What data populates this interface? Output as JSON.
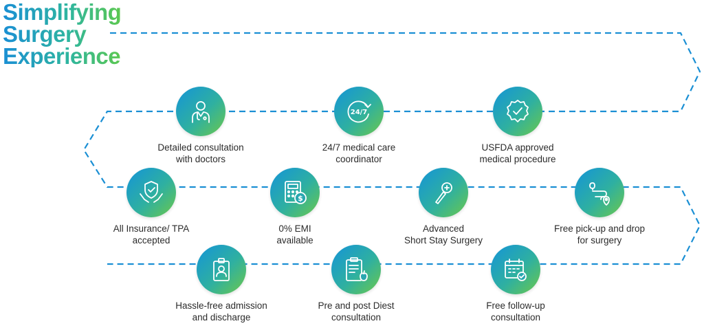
{
  "title": {
    "line1": "Simplifying",
    "line2": "Surgery",
    "line3": "Experience"
  },
  "colors": {
    "gradient_start": "#1494d8",
    "gradient_mid": "#2fb0a0",
    "gradient_end": "#6cc84a",
    "path": "#1a8fd4",
    "text": "#2b2b2b"
  },
  "steps": [
    {
      "icon": "doctor-icon",
      "line1": "Detailed consultation",
      "line2": "with doctors"
    },
    {
      "icon": "clock-24-7-icon",
      "line1": "24/7 medical care",
      "line2": "coordinator"
    },
    {
      "icon": "verified-badge-icon",
      "line1": "USFDA approved",
      "line2": "medical procedure"
    },
    {
      "icon": "shield-hands-icon",
      "line1": "All Insurance/ TPA",
      "line2": "accepted"
    },
    {
      "icon": "calculator-icon",
      "line1": "0% EMI",
      "line2": "available"
    },
    {
      "icon": "scalpel-icon",
      "line1": "Advanced",
      "line2": "Short Stay Surgery"
    },
    {
      "icon": "route-pin-icon",
      "line1": "Free pick-up and drop",
      "line2": "for surgery"
    },
    {
      "icon": "id-badge-icon",
      "line1": "Hassle-free admission",
      "line2": "and discharge"
    },
    {
      "icon": "clipboard-apple-icon",
      "line1": "Pre and post Diest",
      "line2": "consultation"
    },
    {
      "icon": "calendar-check-icon",
      "line1": "Free follow-up",
      "line2": "consultation"
    }
  ]
}
